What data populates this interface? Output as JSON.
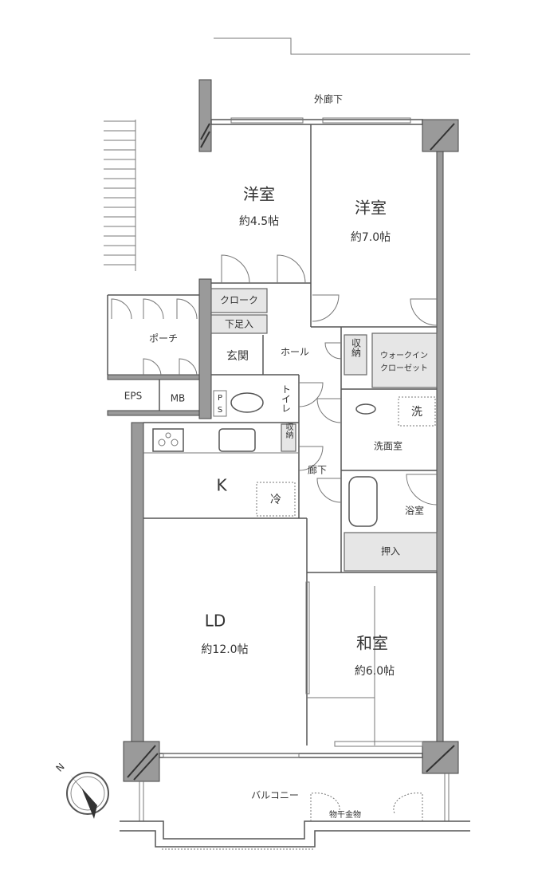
{
  "plan": {
    "outer_corridor": "外廊下",
    "rooms": {
      "western_room_small": {
        "name": "洋室",
        "size": "約4.5帖"
      },
      "western_room_large": {
        "name": "洋室",
        "size": "約7.0帖"
      },
      "cloak": "クローク",
      "shoe_storage": "下足入",
      "porch": "ポーチ",
      "entrance": "玄関",
      "hall": "ホール",
      "storage_hall": "収納",
      "walk_in_closet_line1": "ウォークイン",
      "walk_in_closet_line2": "クローゼット",
      "eps": "EPS",
      "mb": "MB",
      "ps_p": "P",
      "ps_s": "S",
      "toilet": "トイレ",
      "kitchen_storage": "収納",
      "kitchen": "K",
      "fridge": "冷",
      "corridor": "廊下",
      "washing_machine": "洗",
      "washroom": "洗面室",
      "bathroom": "浴室",
      "closet": "押入",
      "living_dining": {
        "name": "LD",
        "size": "約12.0帖"
      },
      "japanese_room": {
        "name": "和室",
        "size": "約6.0帖"
      },
      "balcony": "バルコニー",
      "drying_hardware": "物干金物"
    },
    "compass_label": "N"
  }
}
